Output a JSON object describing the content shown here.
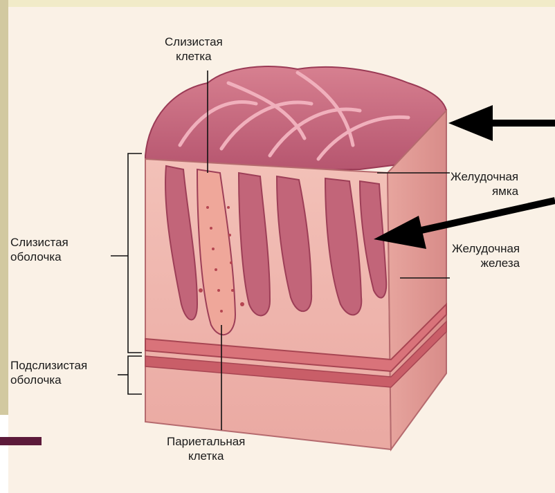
{
  "labels": {
    "mucous_cell": [
      "Слизистая",
      "клетка"
    ],
    "gastric_pit": [
      "Желудочная",
      "ямка"
    ],
    "gastric_gland": [
      "Желудочная",
      "железа"
    ],
    "mucosa": [
      "Слизистая",
      "оболочка"
    ],
    "submucosa": [
      "Подслизистая",
      "оболочка"
    ],
    "parietal_cell": [
      "Париетальная",
      "клетка"
    ]
  },
  "colors": {
    "panel_bg": "#faf1e6",
    "tissue_light": "#f2b9b0",
    "tissue_mid": "#e3888a",
    "tissue_dark": "#a0405c",
    "arrow": "#000000"
  }
}
